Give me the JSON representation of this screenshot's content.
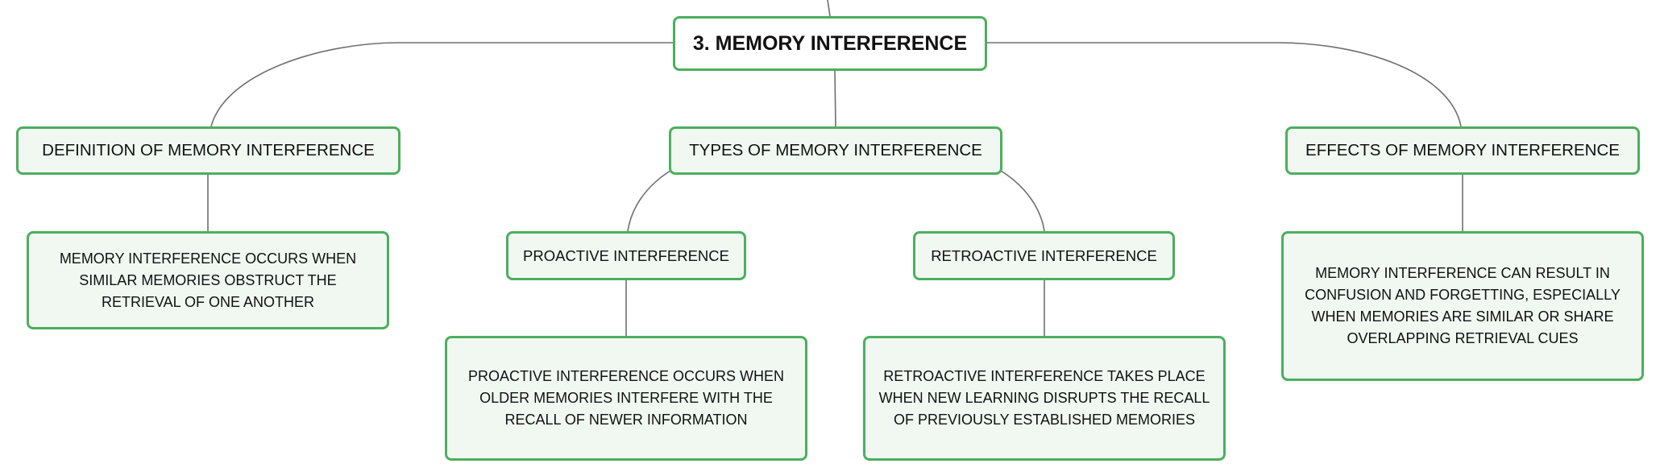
{
  "colors": {
    "node_border": "#4caf5e",
    "node_fill": "#f1f8f2",
    "root_fill": "#ffffff",
    "connector": "#6f6f6f",
    "text": "#111111"
  },
  "root": {
    "label": "3. MEMORY INTERFERENCE"
  },
  "branches": {
    "definition": {
      "label": "DEFINITION OF MEMORY INTERFERENCE",
      "detail": "MEMORY INTERFERENCE OCCURS WHEN SIMILAR MEMORIES OBSTRUCT THE RETRIEVAL OF ONE ANOTHER"
    },
    "types": {
      "label": "TYPES OF MEMORY INTERFERENCE",
      "proactive": {
        "label": "PROACTIVE INTERFERENCE",
        "detail": "PROACTIVE INTERFERENCE OCCURS WHEN OLDER MEMORIES INTERFERE WITH THE RECALL OF NEWER INFORMATION"
      },
      "retroactive": {
        "label": "RETROACTIVE INTERFERENCE",
        "detail": "RETROACTIVE INTERFERENCE TAKES PLACE WHEN NEW LEARNING DISRUPTS THE RECALL OF PREVIOUSLY ESTABLISHED MEMORIES"
      }
    },
    "effects": {
      "label": "EFFECTS OF MEMORY INTERFERENCE",
      "detail": "MEMORY INTERFERENCE CAN RESULT IN CONFUSION AND FORGETTING, ESPECIALLY WHEN MEMORIES ARE SIMILAR OR SHARE OVERLAPPING RETRIEVAL CUES"
    }
  }
}
